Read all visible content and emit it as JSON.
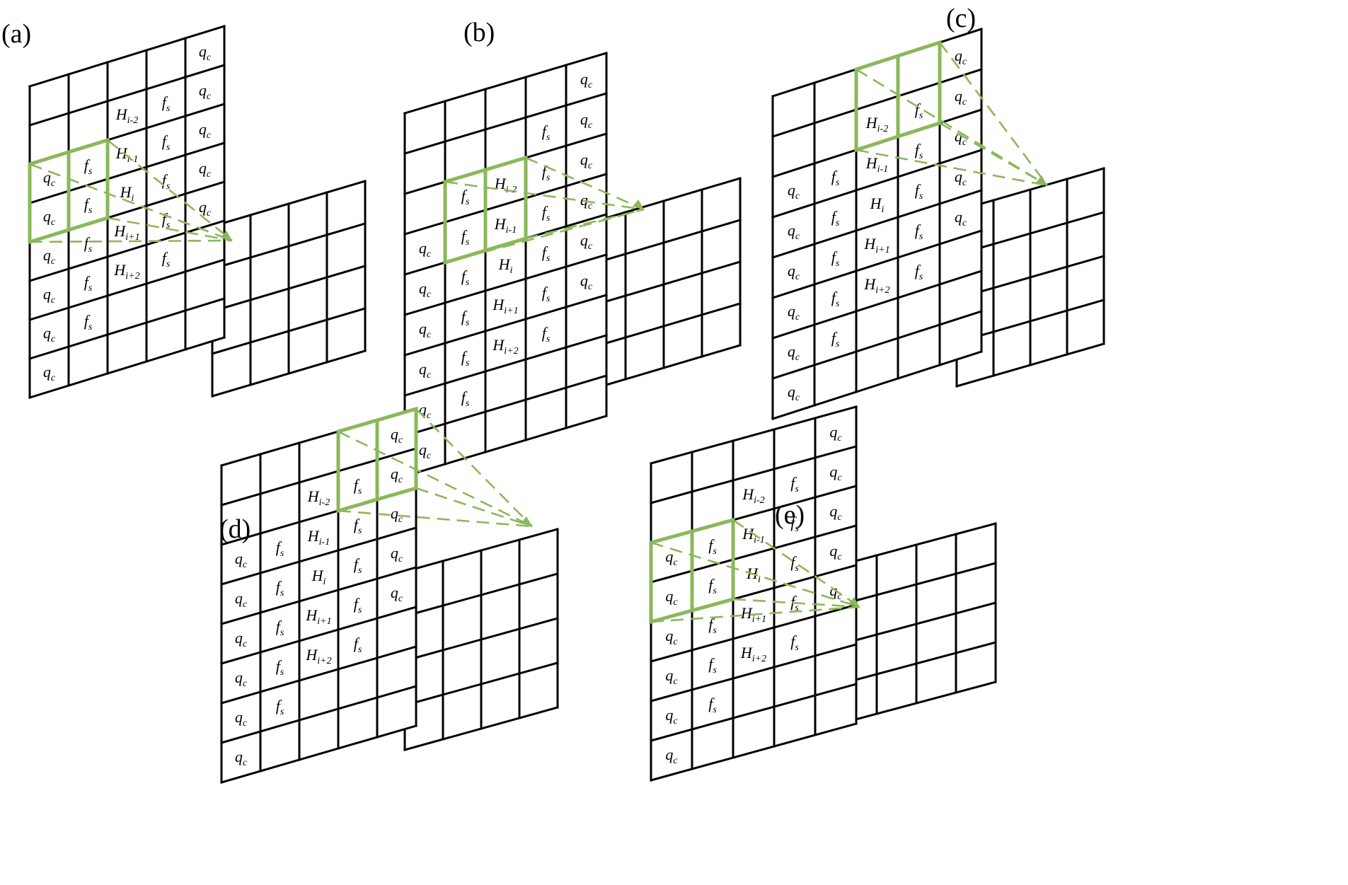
{
  "colors": {
    "grid": "#000000",
    "kernel": "#8bb85a",
    "projection": "#8bb85a",
    "background": "#ffffff"
  },
  "panels": [
    {
      "label": "(a)",
      "input_rows": [
        [
          "",
          "",
          "",
          "",
          "qc"
        ],
        [
          "",
          "",
          "Hi-2",
          "fs",
          "qc"
        ],
        [
          "qc",
          "fs",
          "Hi-1",
          "fs",
          "qc"
        ],
        [
          "qc",
          "fs",
          "Hi",
          "fs",
          "qc"
        ],
        [
          "qc",
          "fs",
          "Hi+1",
          "fs",
          "qc"
        ],
        [
          "qc",
          "fs",
          "Hi+2",
          "fs",
          ""
        ],
        [
          "qc",
          "fs",
          "",
          "",
          ""
        ],
        [
          "qc",
          "",
          "",
          "",
          ""
        ]
      ],
      "kernel": {
        "rows": [
          2,
          4
        ],
        "cols": [
          0,
          2
        ]
      },
      "output_grid": {
        "rows": 4,
        "cols": 4
      }
    },
    {
      "label": "(b)",
      "input_rows": [
        [
          "",
          "",
          "",
          "",
          "qc"
        ],
        [
          "",
          "",
          "",
          "fs",
          "qc"
        ],
        [
          "",
          "fs",
          "Hi-2",
          "fs",
          "qc"
        ],
        [
          "qc",
          "fs",
          "Hi-1",
          "fs",
          "qc"
        ],
        [
          "qc",
          "fs",
          "Hi",
          "fs",
          "qc"
        ],
        [
          "qc",
          "fs",
          "Hi+1",
          "fs",
          "qc"
        ],
        [
          "qc",
          "fs",
          "Hi+2",
          "fs",
          ""
        ],
        [
          "qc",
          "fs",
          "",
          "",
          ""
        ],
        [
          "qc",
          "",
          "",
          "",
          ""
        ]
      ],
      "kernel": {
        "rows": [
          2,
          4
        ],
        "cols": [
          1,
          3
        ]
      },
      "output_grid": {
        "rows": 4,
        "cols": 4
      }
    },
    {
      "label": "(c)",
      "input_rows": [
        [
          "",
          "",
          "",
          "",
          "qc"
        ],
        [
          "",
          "",
          "Hi-2",
          "fs",
          "qc"
        ],
        [
          "qc",
          "fs",
          "Hi-1",
          "fs",
          "qc"
        ],
        [
          "qc",
          "fs",
          "Hi",
          "fs",
          "qc"
        ],
        [
          "qc",
          "fs",
          "Hi+1",
          "fs",
          "qc"
        ],
        [
          "qc",
          "fs",
          "Hi+2",
          "fs",
          ""
        ],
        [
          "qc",
          "fs",
          "",
          "",
          ""
        ],
        [
          "qc",
          "",
          "",
          "",
          ""
        ]
      ],
      "kernel": {
        "rows": [
          0,
          2
        ],
        "cols": [
          2,
          4
        ]
      },
      "output_grid": {
        "rows": 4,
        "cols": 4
      }
    },
    {
      "label": "(d)",
      "input_rows": [
        [
          "",
          "",
          "",
          "",
          "qc"
        ],
        [
          "",
          "",
          "Hi-2",
          "fs",
          "qc"
        ],
        [
          "qc",
          "fs",
          "Hi-1",
          "fs",
          "qc"
        ],
        [
          "qc",
          "fs",
          "Hi",
          "fs",
          "qc"
        ],
        [
          "qc",
          "fs",
          "Hi+1",
          "fs",
          "qc"
        ],
        [
          "qc",
          "fs",
          "Hi+2",
          "fs",
          ""
        ],
        [
          "qc",
          "fs",
          "",
          "",
          ""
        ],
        [
          "qc",
          "",
          "",
          "",
          ""
        ]
      ],
      "kernel": {
        "rows": [
          0,
          2
        ],
        "cols": [
          3,
          5
        ]
      },
      "output_grid": {
        "rows": 4,
        "cols": 4
      }
    },
    {
      "label": "(e)",
      "input_rows": [
        [
          "",
          "",
          "",
          "",
          "qc"
        ],
        [
          "",
          "",
          "Hi-2",
          "fs",
          "qc"
        ],
        [
          "qc",
          "fs",
          "Hi-1",
          "fs",
          "qc"
        ],
        [
          "qc",
          "fs",
          "Hi",
          "fs",
          "qc"
        ],
        [
          "qc",
          "fs",
          "Hi+1",
          "fs",
          "qc"
        ],
        [
          "qc",
          "fs",
          "Hi+2",
          "fs",
          ""
        ],
        [
          "qc",
          "fs",
          "",
          "",
          ""
        ],
        [
          "qc",
          "",
          "",
          "",
          ""
        ]
      ],
      "kernel": {
        "rows": [
          2,
          4
        ],
        "cols": [
          0,
          2
        ]
      },
      "output_grid": {
        "rows": 4,
        "cols": 4
      }
    }
  ]
}
